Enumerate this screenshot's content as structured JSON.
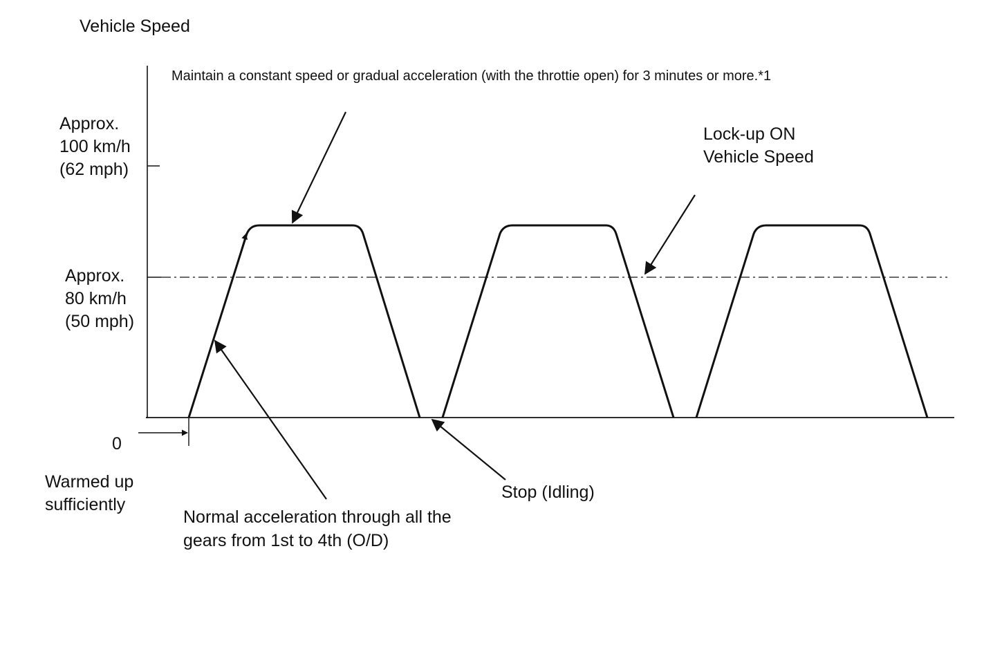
{
  "labels": {
    "y_axis_title": "Vehicle Speed",
    "top_note": "Maintain a constant speed or gradual acceleration (with the throttie open) for 3 minutes or more.*1",
    "speed_100": {
      "line1": "Approx.",
      "line2": "100 km/h",
      "line3": "(62 mph)"
    },
    "speed_80": {
      "line1": "Approx.",
      "line2": "80 km/h",
      "line3": "(50 mph)"
    },
    "zero": "0",
    "warmed_up": {
      "line1": "Warmed up",
      "line2": "sufficiently"
    },
    "normal_accel": {
      "line1": "Normal acceleration through all the",
      "line2": "gears from 1st to 4th (O/D)"
    },
    "stop": "Stop (Idling)",
    "lockup": {
      "line1": "Lock-up ON",
      "line2": "Vehicle Speed"
    }
  },
  "colors": {
    "ink": "#111111",
    "background": "#ffffff"
  },
  "profile": {
    "cycles": 3,
    "plateau_speed_kmh": 90,
    "lockup_speed_kmh": 80,
    "y_ticks_kmh": [
      100,
      80
    ]
  }
}
